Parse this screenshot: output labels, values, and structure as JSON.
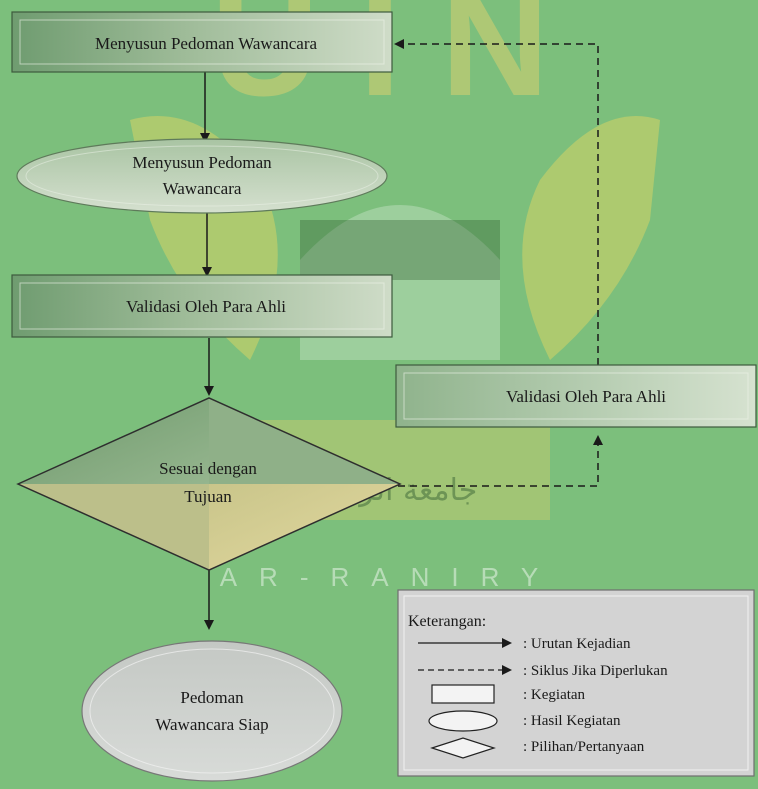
{
  "flowchart": {
    "step_1": "Menyusun Pedoman Wawancara",
    "result_1_line1": "Menyusun Pedoman",
    "result_1_line2": "Wawancara",
    "step_2": "Validasi Oleh Para Ahli",
    "decision_line1": "Sesuai dengan",
    "decision_line2": "Tujuan",
    "revision_step": "Validasi Oleh Para Ahli",
    "final_line1": "Pedoman",
    "final_line2": "Wawancara Siap"
  },
  "legend": {
    "title": "Keterangan:",
    "items": [
      ": Urutan Kejadian",
      ": Siklus Jika Diperlukan",
      ": Kegiatan",
      ": Hasil Kegiatan",
      ": Pilihan/Pertanyaan"
    ]
  },
  "watermark": {
    "letters": "UIN",
    "arabic": "جامعة الرانري",
    "spelled": "AR-RANIRY"
  },
  "colors": {
    "background": "#7cbf7c",
    "box_fill_dark": "#7fa67f",
    "box_fill_light": "#c7d6c2",
    "watermark_yellow": "#f0dc5a",
    "watermark_dark": "#2f5a2f",
    "legend_bg": "#d3d3d3"
  }
}
